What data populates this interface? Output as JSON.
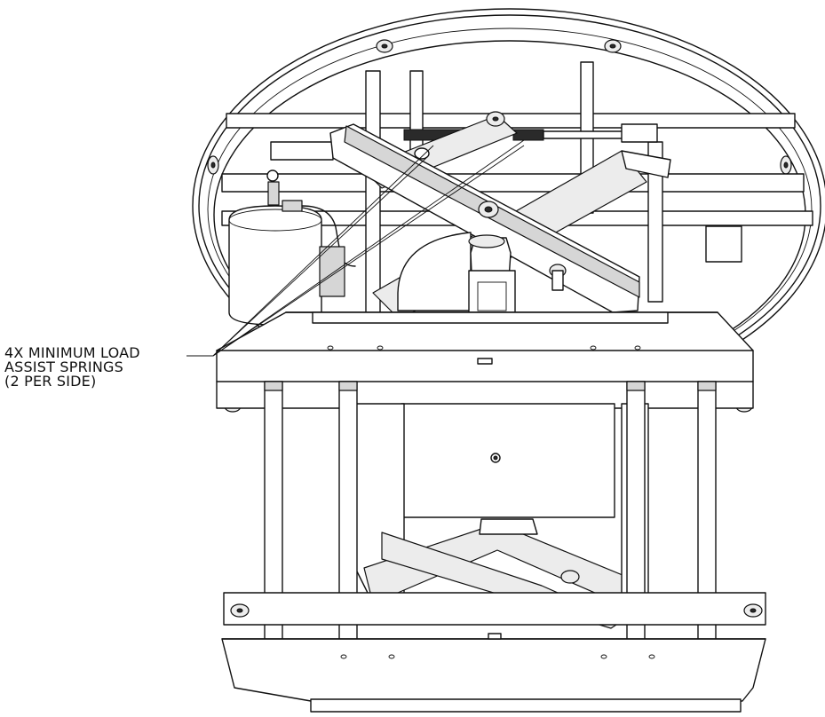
{
  "callout": {
    "lines": [
      "4X MINIMUM LOAD",
      "ASSIST SPRINGS",
      "(2 PER SIDE)"
    ]
  }
}
